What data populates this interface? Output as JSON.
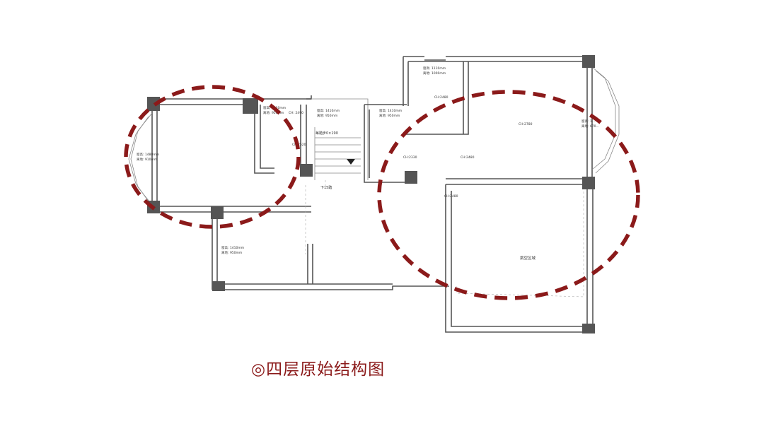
{
  "caption": "◎四层原始结构图",
  "labels": {
    "window_left": [
      "窗高: 1480mm",
      "离地: 910mm"
    ],
    "window_top1": [
      "窗高: 1410mm",
      "离地: 950mm"
    ],
    "window_top2": [
      "窗高: 1410mm",
      "离地: 950mm"
    ],
    "window_top3": [
      "窗高: 1410mm",
      "离地: 950mm"
    ],
    "window_top4": [
      "窗高: 1110mm",
      "离地: 1000mm"
    ],
    "window_bottom": [
      "窗高: 1410mm",
      "离地: 950mm"
    ],
    "window_right": [
      "窗高: 1...",
      "离地: 670..."
    ],
    "ch_2490": "CH: 2490",
    "ch_2520": "CH:2520",
    "ch_2480_a": "CH:2480",
    "ch_2780": "CH:2780",
    "ch_2330": "CH:2330",
    "ch_2480_b": "CH:2480",
    "ch_2480_c": "CH:2480",
    "stair_steps": "每踏步0×190",
    "stair_down": "下15踏",
    "void_area": "挑空区域"
  },
  "colors": {
    "accent": "#8b1a1a",
    "wall": "#555555"
  }
}
